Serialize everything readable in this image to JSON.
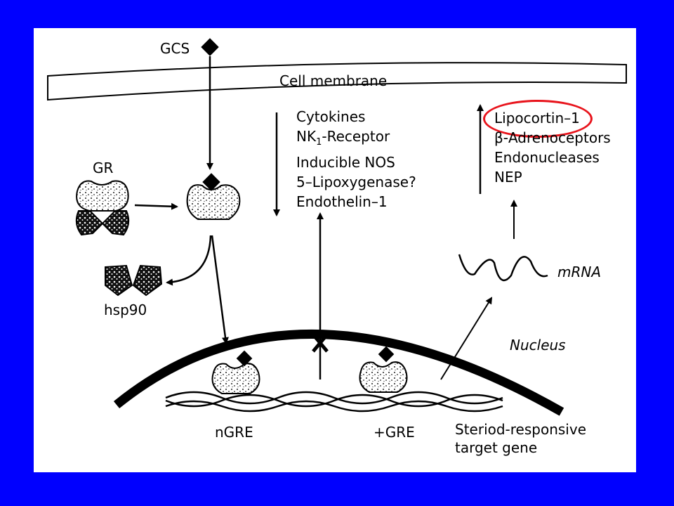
{
  "colors": {
    "background": "#0000ff",
    "panel": "#ffffff",
    "highlight": "#e8141c"
  },
  "labels": {
    "gcs": "GCS",
    "membrane": "Cell membrane",
    "gr": "GR",
    "hsp90": "hsp90",
    "mrna": "mRNA",
    "nucleus": "Nucleus",
    "ngre": "nGRE",
    "pgre": "+GRE",
    "target_line1": "Steriod-responsive",
    "target_line2": "target gene"
  },
  "downregulated": [
    "Cytokines",
    "NK",
    "Inducible NOS",
    "5–Lipoxygenase?",
    "Endothelin–1"
  ],
  "nk_subscript": "1",
  "nk_suffix": "-Receptor",
  "upregulated": [
    "Lipocortin–1",
    "β-Adrenoceptors",
    "Endonucleases",
    "NEP"
  ]
}
